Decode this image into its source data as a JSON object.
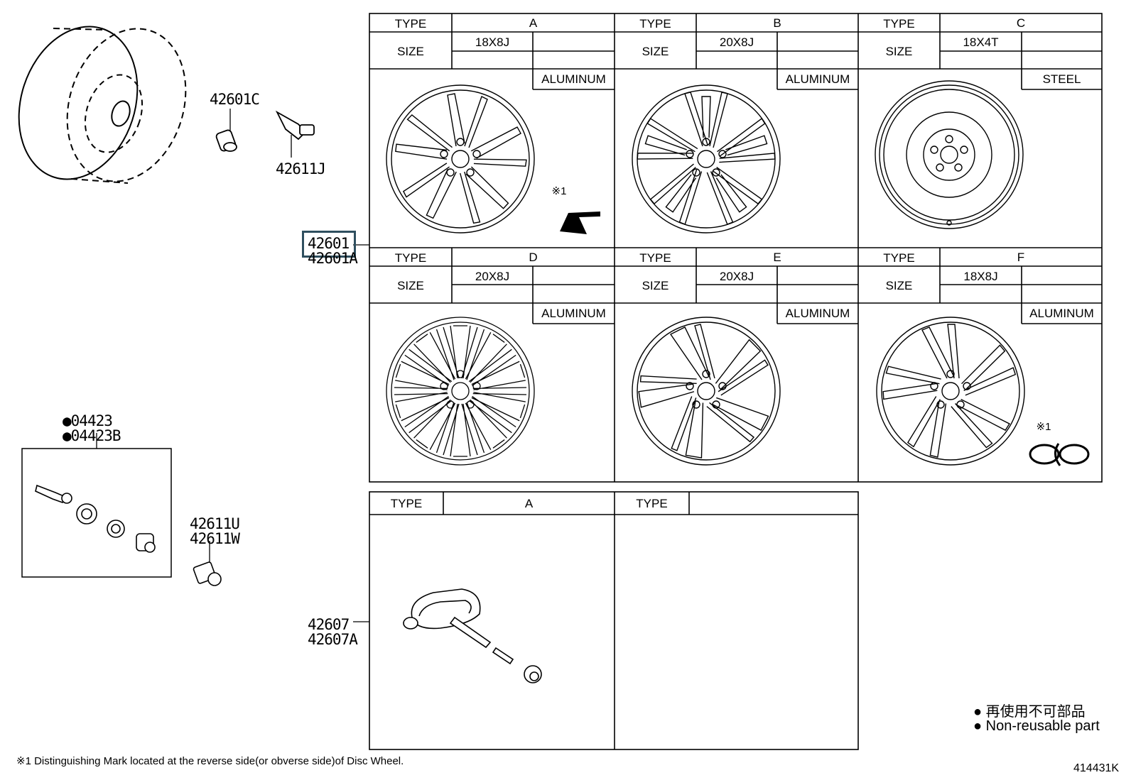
{
  "part_numbers": {
    "p42601C": "42601C",
    "p42611J": "42611J",
    "p42601": "42601",
    "p42601A": "42601A",
    "p04423": "04423",
    "p04423B": "04423B",
    "p42611U": "42611U",
    "p42611W": "42611W",
    "p42607": "42607",
    "p42607A": "42607A"
  },
  "labels": {
    "type": "TYPE",
    "size": "SIZE"
  },
  "wheel_types": [
    {
      "type": "A",
      "size": "18X8J",
      "material": "ALUMINUM",
      "mark": "※1"
    },
    {
      "type": "B",
      "size": "20X8J",
      "material": "ALUMINUM"
    },
    {
      "type": "C",
      "size": "18X4T",
      "material": "STEEL"
    },
    {
      "type": "D",
      "size": "20X8J",
      "material": "ALUMINUM"
    },
    {
      "type": "E",
      "size": "20X8J",
      "material": "ALUMINUM"
    },
    {
      "type": "F",
      "size": "18X8J",
      "material": "ALUMINUM",
      "mark": "※1"
    }
  ],
  "sensor_types": [
    {
      "type": "A"
    },
    {
      "type": ""
    }
  ],
  "legend": {
    "symbol": "●",
    "japanese": "再使用不可部品",
    "english": "Non-reusable part"
  },
  "footnote": "※1 Distinguishing Mark located at the reverse side(or obverse side)of Disc Wheel.",
  "diagram_id": "414431K",
  "highlight_color": "#2f4f5f"
}
